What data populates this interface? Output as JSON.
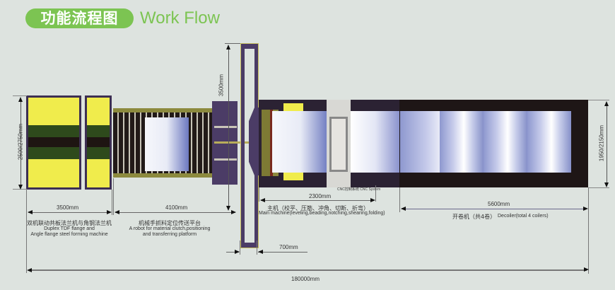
{
  "header": {
    "title_cn": "功能流程图",
    "title_en": "Work Flow"
  },
  "colors": {
    "background": "#dde3df",
    "accent_green": "#7cc452",
    "frame_purple": "#4b3c66",
    "flange_yellow": "#f0ec4c",
    "flange_green": "#2e4a1c"
  },
  "dimensions": {
    "flange_height": "2500/2750mm",
    "robot_height": "3500mm",
    "decoiler_height": "1950/2150mm",
    "flange_length": "3500mm",
    "robot_length": "4100mm",
    "main_length": "2300mm",
    "decoiler_length": "5600mm",
    "gap": "700mm",
    "total_length": "180000mm"
  },
  "labels": {
    "cnc_system": "CNC控制系统 CNC System",
    "flange": {
      "cn": "双机联动共板法兰机与角钢法兰机",
      "en_line1": "Duplex TDF flange and",
      "en_line2": "Angle flange steel forming machine"
    },
    "robot": {
      "cn": "机械手抓料定位传送平台",
      "en_line1": "A robot for material clutch,positioning",
      "en_line2": "and transferring platform"
    },
    "main": {
      "cn": "主机（校平、压筋、冲角、切断、折弯）",
      "en": "Main machine(leveling,beading,notching,shearing,folding)"
    },
    "decoiler": {
      "cn": "开卷机（共4卷）",
      "en": "Decoiler(total 4 coilers)"
    }
  }
}
